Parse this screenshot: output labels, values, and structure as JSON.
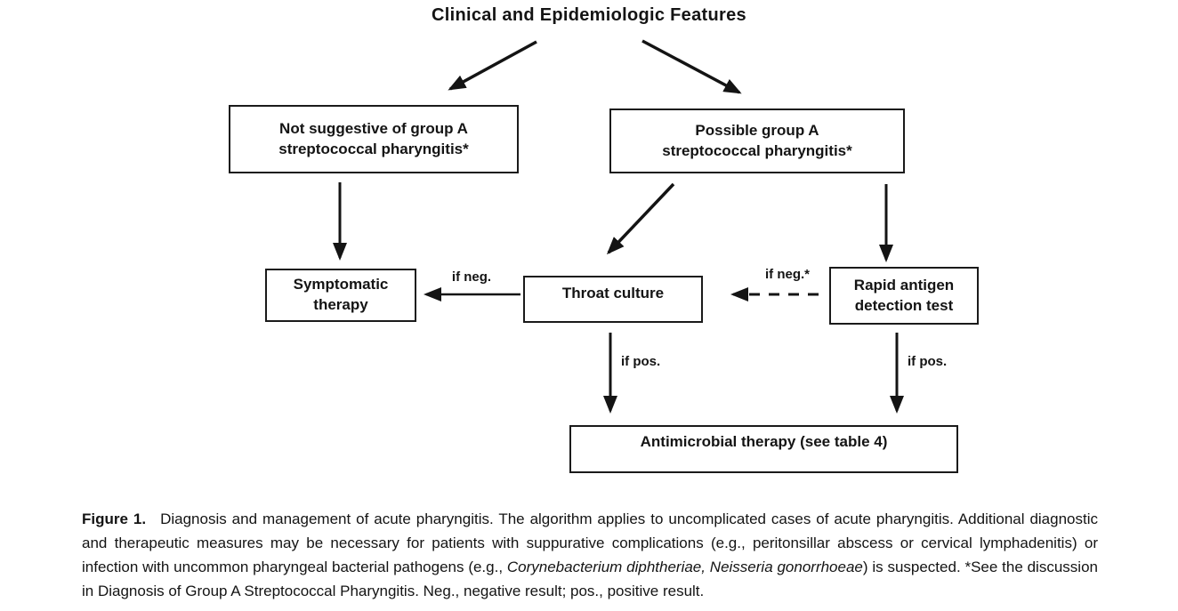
{
  "figure": {
    "title": "Clinical and Epidemiologic Features",
    "nodes": {
      "not_suggestive": "Not suggestive of group A\nstreptococcal pharyngitis*",
      "possible": "Possible group A\nstreptococcal pharyngitis*",
      "symptomatic": "Symptomatic\ntherapy",
      "throat_culture": "Throat culture",
      "rapid_antigen": "Rapid antigen\ndetection test",
      "antimicrobial": "Antimicrobial therapy (see table 4)"
    },
    "edge_labels": {
      "if_neg": "if neg.",
      "if_neg_star": "if neg.*",
      "if_pos_left": "if pos.",
      "if_pos_right": "if pos."
    },
    "caption": {
      "label": "Figure 1.",
      "part1": "Diagnosis and management of acute pharyngitis. The algorithm applies to uncomplicated cases of acute pharyngitis. Additional diagnostic and therapeutic measures may be necessary for patients with suppurative complications (e.g., peritonsillar abscess or cervical lymphadenitis) or infection with uncommon pharyngeal bacterial pathogens (e.g., ",
      "italic": "Corynebacterium diphtheriae, Neisseria gonorrhoeae",
      "part2": ") is suspected. *See the discussion in Diagnosis of Group A Streptococcal Pharyngitis. Neg., negative result; pos., positive result."
    },
    "colors": {
      "ink": "#141414",
      "background": "#ffffff"
    }
  }
}
